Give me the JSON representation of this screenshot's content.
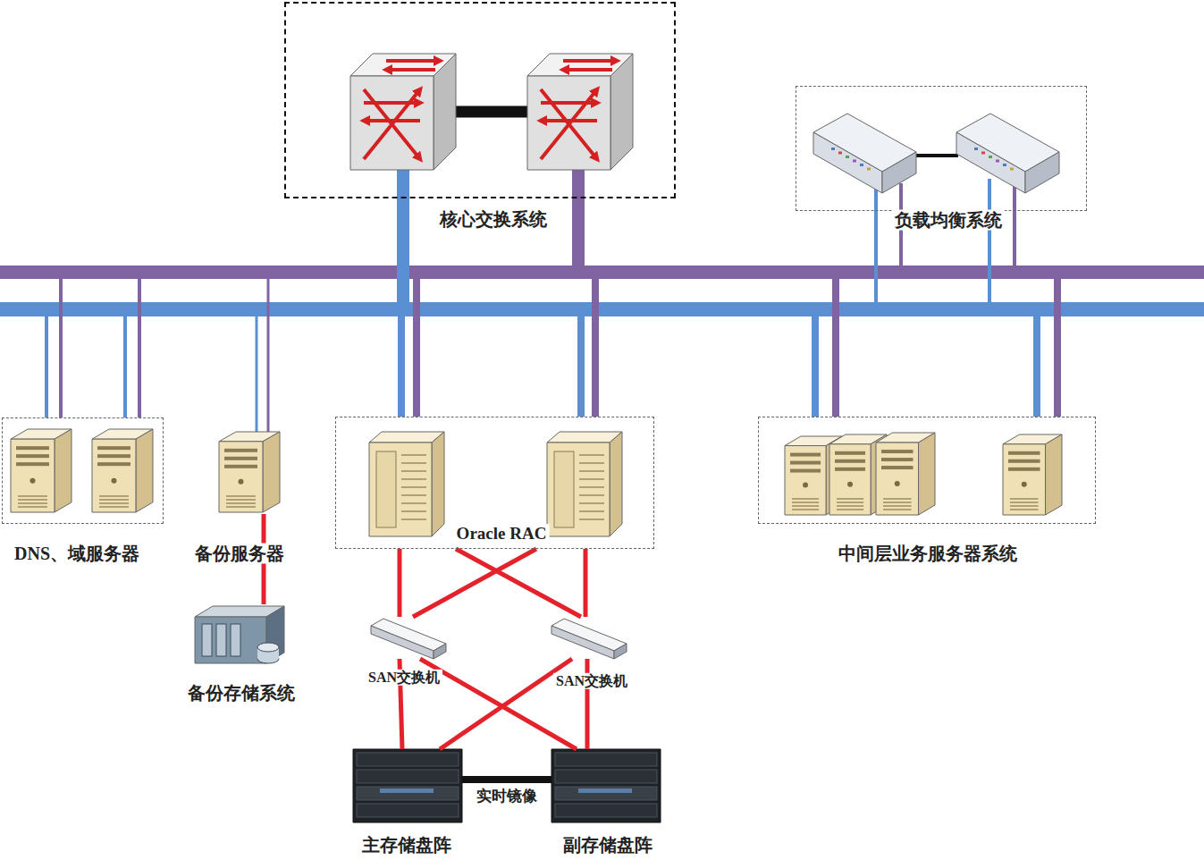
{
  "diagram": {
    "nodes": [
      {
        "text": [
          "核心交换系统"
        ]
      },
      {
        "text": [
          "负载均衡系统"
        ]
      },
      {
        "text": [
          "DNS、域服务器"
        ]
      },
      {
        "text": [
          "备份服务器"
        ]
      },
      {
        "text": [
          "Oracle RAC"
        ]
      },
      {
        "text": [
          "中间层业务服务器系统"
        ]
      },
      {
        "text": [
          "备份存储系统"
        ]
      },
      {
        "text": [
          "SAN交换机"
        ]
      },
      {
        "text": [
          "SAN交换机"
        ]
      },
      {
        "text": [
          "主存储盘阵"
        ]
      },
      {
        "text": [
          "副存储盘阵"
        ]
      }
    ],
    "edges": [
      {
        "from": 3,
        "to": 6,
        "arrow": "none"
      },
      {
        "from": 4,
        "to": 7,
        "arrow": "none"
      },
      {
        "from": 4,
        "to": 8,
        "arrow": "none"
      },
      {
        "from": 4,
        "to": 7,
        "arrow": "none"
      },
      {
        "from": 4,
        "to": 8,
        "arrow": "none"
      },
      {
        "from": 7,
        "to": 9,
        "arrow": "none"
      },
      {
        "from": 7,
        "to": 10,
        "arrow": "none"
      },
      {
        "from": 8,
        "to": 9,
        "arrow": "none"
      },
      {
        "from": 8,
        "to": 10,
        "arrow": "none"
      },
      {
        "from": 9,
        "to": 10,
        "label": "实时镜像",
        "arrow": "none"
      }
    ]
  }
}
